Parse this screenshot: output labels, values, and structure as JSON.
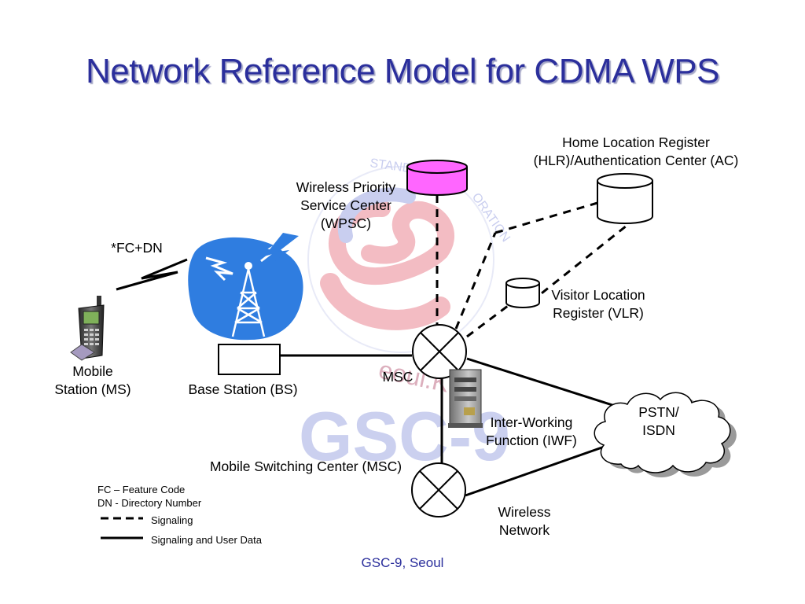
{
  "title": "Network Reference Model for CDMA WPS",
  "nodes": {
    "hlr": "Home Location Register\n(HLR)/Authentication Center (AC)",
    "wpsc": "Wireless Priority\nService Center\n(WPSC)",
    "fcdn": "*FC+DN",
    "vlr": "Visitor Location\nRegister (VLR)",
    "ms": "Mobile\nStation (MS)",
    "bs": "Base Station (BS)",
    "msc_node": "MSC",
    "iwf": "Inter-Working\nFunction (IWF)",
    "pstn": "PSTN/\nISDN",
    "msc_caption": "Mobile Switching Center (MSC)",
    "wireless_network": "Wireless\nNetwork"
  },
  "legend": {
    "fc": "FC – Feature Code",
    "dn": "DN - Directory Number",
    "signaling": "Signaling",
    "signaling_data": "Signaling and User Data"
  },
  "footer": "GSC-9, Seoul",
  "colors": {
    "title": "#2b2f9c",
    "wpsc_cylinder": "#ff66ff",
    "bs_blob": "#2f7de0",
    "watermark_blue": "#b7bde8",
    "watermark_red": "#f2b5bd"
  }
}
